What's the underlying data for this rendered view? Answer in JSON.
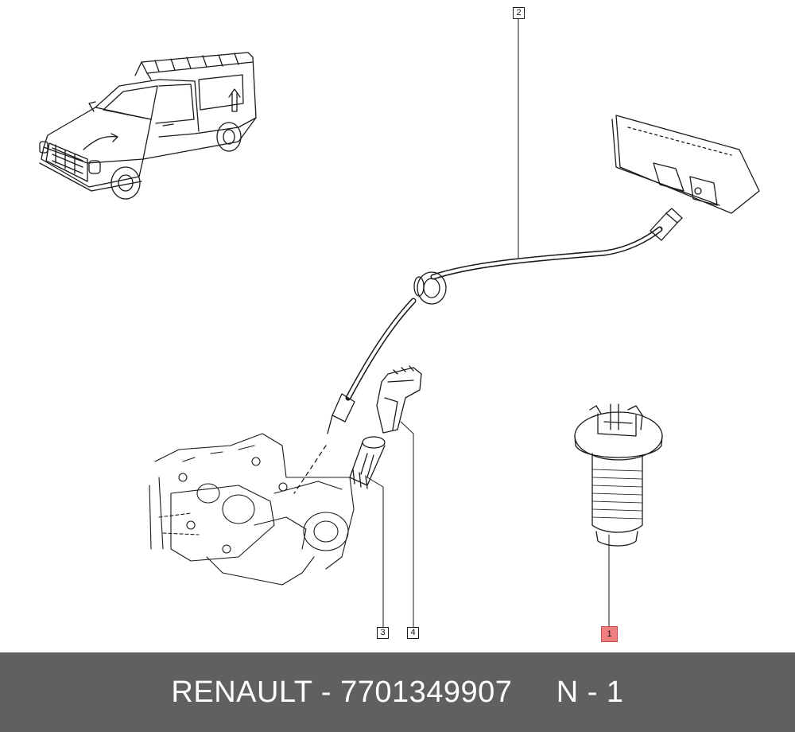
{
  "diagram": {
    "callouts": [
      {
        "id": "part-1",
        "label": "1",
        "highlighted": true
      },
      {
        "id": "part-2",
        "label": "2",
        "highlighted": false
      },
      {
        "id": "part-3",
        "label": "3",
        "highlighted": false
      },
      {
        "id": "part-4",
        "label": "4",
        "highlighted": false
      }
    ],
    "highlight_color": "#f08080",
    "line_color": "#1a1a1a"
  },
  "footer": {
    "brand": "RENAULT",
    "separator": " - ",
    "part_number": "7701349907",
    "position": "N - 1",
    "background_color": "#606060",
    "text_color": "#ffffff"
  }
}
